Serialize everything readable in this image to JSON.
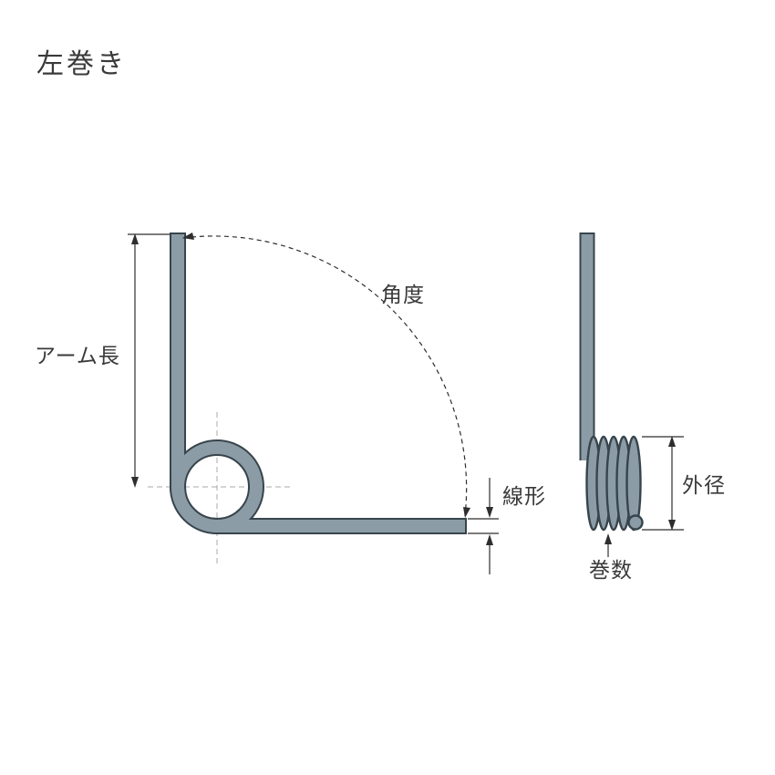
{
  "title": "左巻き",
  "front_view": {
    "arm_length_label": "アーム長",
    "angle_label": "角度",
    "wire_diameter_label": "線形"
  },
  "side_view": {
    "outer_diameter_label": "外径",
    "coil_count_label": "巻数"
  },
  "colors": {
    "background": "#ffffff",
    "spring_fill": "#8c9ca6",
    "spring_outline": "#37444c",
    "dimension_line": "#2e2e2e",
    "centerline": "#a8a8a8",
    "text": "#3a3a3a"
  }
}
